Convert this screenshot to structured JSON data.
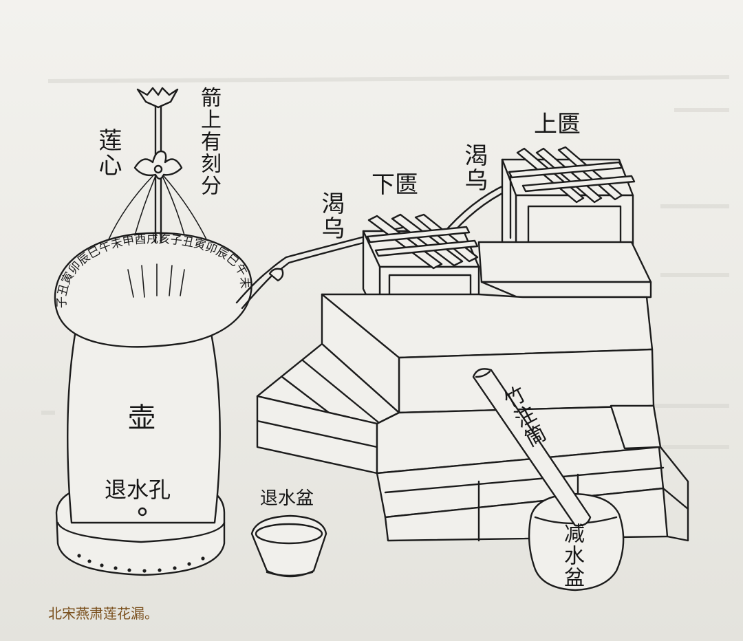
{
  "figure": {
    "caption": "北宋燕肃莲花漏。",
    "labels": {
      "lotus_heart": "莲心",
      "arrow_scale": "箭上有刻分",
      "upper_tank": "上匮",
      "lower_tank": "下匮",
      "upper_siphon": "渴乌",
      "lower_siphon": "渴乌",
      "vessel": "壶",
      "drain_hole": "退水孔",
      "drain_basin": "退水盆",
      "bamboo_tube": "竹注筒",
      "reduce_basin": "减水盆"
    },
    "rim_inscription": "子丑寅卯辰巳午未申酉戌亥子丑寅卯辰巳午未",
    "colors": {
      "ink": "#1c1c1c",
      "paper": "#ecebe6",
      "caption": "#7a4f1c"
    }
  }
}
